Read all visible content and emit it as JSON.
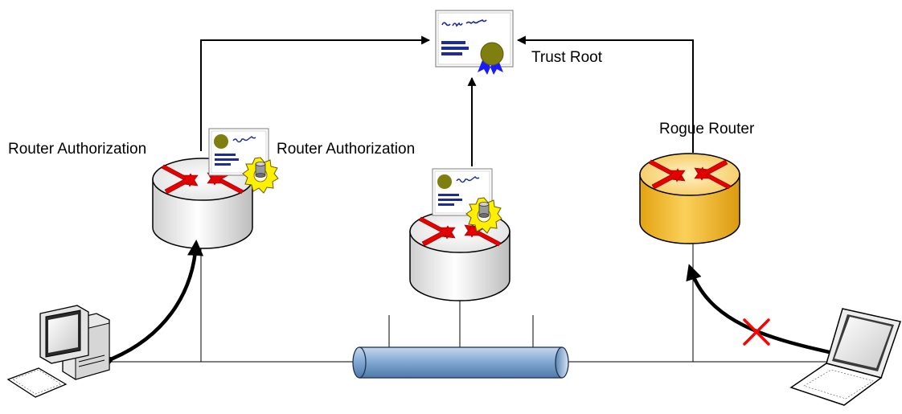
{
  "labels": {
    "trust_root": "Trust Root",
    "router_authorization_left": "Router Authorization",
    "router_authorization_center": "Router Authorization",
    "rogue_router": "Rogue Router"
  },
  "certificate": {
    "signature_glyph": "ᦷ~ᦶᘔ~ᔑ",
    "seal_color": "#7f7f10",
    "ribbon_color": "#1a1aff",
    "text_lines_color": "#1c2c9c"
  },
  "colors": {
    "router_body": "#e6e6e6",
    "rogue_router_body": "#f2b31c",
    "router_arrows": "#e60000",
    "gear": "#ffef00",
    "network_bus": "#8fb3d9",
    "blocked_x": "#ff0000",
    "connector": "#000000"
  },
  "nodes": [
    {
      "name": "trust-root-certificate",
      "kind": "certificate"
    },
    {
      "name": "authorized-router-left",
      "kind": "router",
      "authorized": true
    },
    {
      "name": "authorized-router-center",
      "kind": "router",
      "authorized": true
    },
    {
      "name": "rogue-router",
      "kind": "router",
      "authorized": false
    },
    {
      "name": "desktop-computer",
      "kind": "host"
    },
    {
      "name": "laptop-computer",
      "kind": "host"
    },
    {
      "name": "network-bus",
      "kind": "network"
    }
  ],
  "edges": [
    {
      "from": "authorized-router-left",
      "to": "trust-root-certificate",
      "kind": "trust-path"
    },
    {
      "from": "authorized-router-center",
      "to": "trust-root-certificate",
      "kind": "trust-path"
    },
    {
      "from": "rogue-router",
      "to": "trust-root-certificate",
      "kind": "trust-path"
    },
    {
      "from": "desktop-computer",
      "to": "authorized-router-left",
      "kind": "accepted-connection"
    },
    {
      "from": "laptop-computer",
      "to": "rogue-router",
      "kind": "rejected-connection"
    }
  ]
}
